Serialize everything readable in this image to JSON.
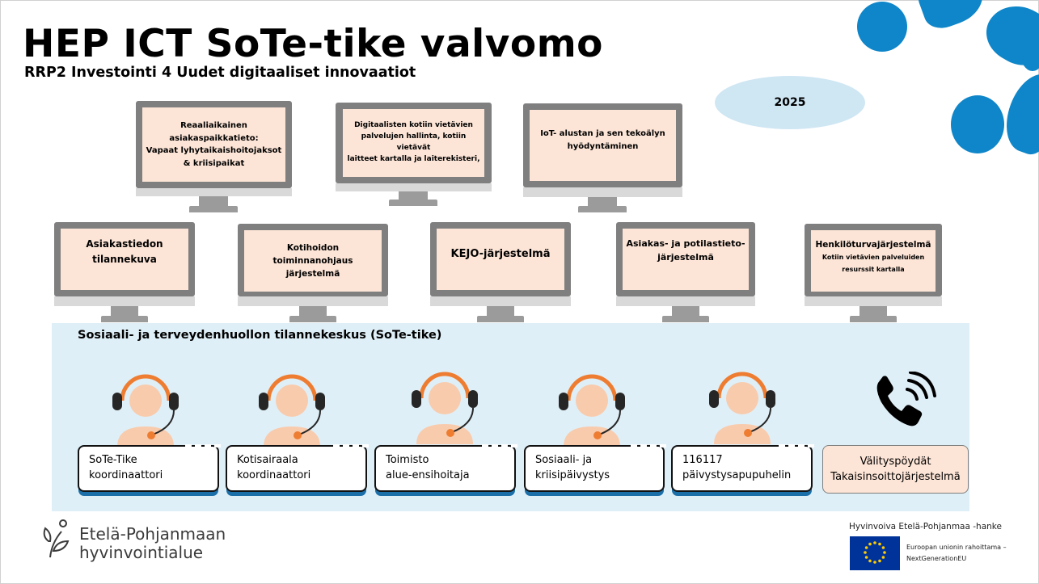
{
  "header": {
    "title": "HEP ICT SoTe-tike valvomo",
    "subtitle": "RRP2 Investointi 4 Uudet digitaaliset innovaatiot",
    "year": "2025"
  },
  "monitors_top": [
    {
      "lines": [
        "Reaaliaikainen",
        "asiakaspaikkatieto:",
        "Vapaat lyhytaikaishoitojaksot",
        "& kriisipaikat"
      ]
    },
    {
      "lines": [
        "Digitaalisten kotiin vietävien",
        "palvelujen hallinta, kotiin vietävät",
        "laitteet kartalla ja laiterekisteri,"
      ]
    },
    {
      "lines": [
        "IoT- alustan ja sen tekoälyn",
        "hyödyntäminen"
      ]
    }
  ],
  "monitors_bottom": [
    {
      "lines": [
        "Asiakastiedon",
        "tilannekuva"
      ]
    },
    {
      "lines": [
        "Kotihoidon toiminnanohjaus",
        "järjestelmä"
      ]
    },
    {
      "lines": [
        "KEJO-järjestelmä"
      ]
    },
    {
      "lines": [
        "Asiakas- ja potilastieto-",
        "järjestelmä"
      ]
    },
    {
      "lines": [
        "Henkilöturvajärjestelmä",
        "Kotiin vietävien palveluiden",
        "resurssit kartalla"
      ]
    }
  ],
  "center": {
    "title": "Sosiaali- ja terveydenhuollon tilannekeskus (SoTe-tike)",
    "roles": [
      {
        "line1": "SoTe-Tike",
        "line2": "koordinaattori"
      },
      {
        "line1": "Kotisairaala",
        "line2": "koordinaattori"
      },
      {
        "line1": "Toimisto",
        "line2": "alue-ensihoitaja"
      },
      {
        "line1": "Sosiaali- ja",
        "line2": "kriisipäivystys"
      },
      {
        "line1": "116117",
        "line2": "päivystysapupuhelin"
      }
    ],
    "dispatch": {
      "line1": "Välityspöydät",
      "line2": "Takaisinsoittojärjestelmä"
    },
    "phone_icon": "phone-icon"
  },
  "footer": {
    "org_line1": "Etelä-Pohjanmaan",
    "org_line2": "hyvinvointialue",
    "project": "Hyvinvoiva Etelä-Pohjanmaa -hanke",
    "eu_line1": "Euroopan unionin rahoittama –",
    "eu_line2": "NextGenerationEU"
  },
  "colors": {
    "accent_blue": "#0e86c9",
    "screen_fill": "#fce4d6",
    "panel_fill": "#dfeff7",
    "headset_orange": "#ee7d31"
  }
}
